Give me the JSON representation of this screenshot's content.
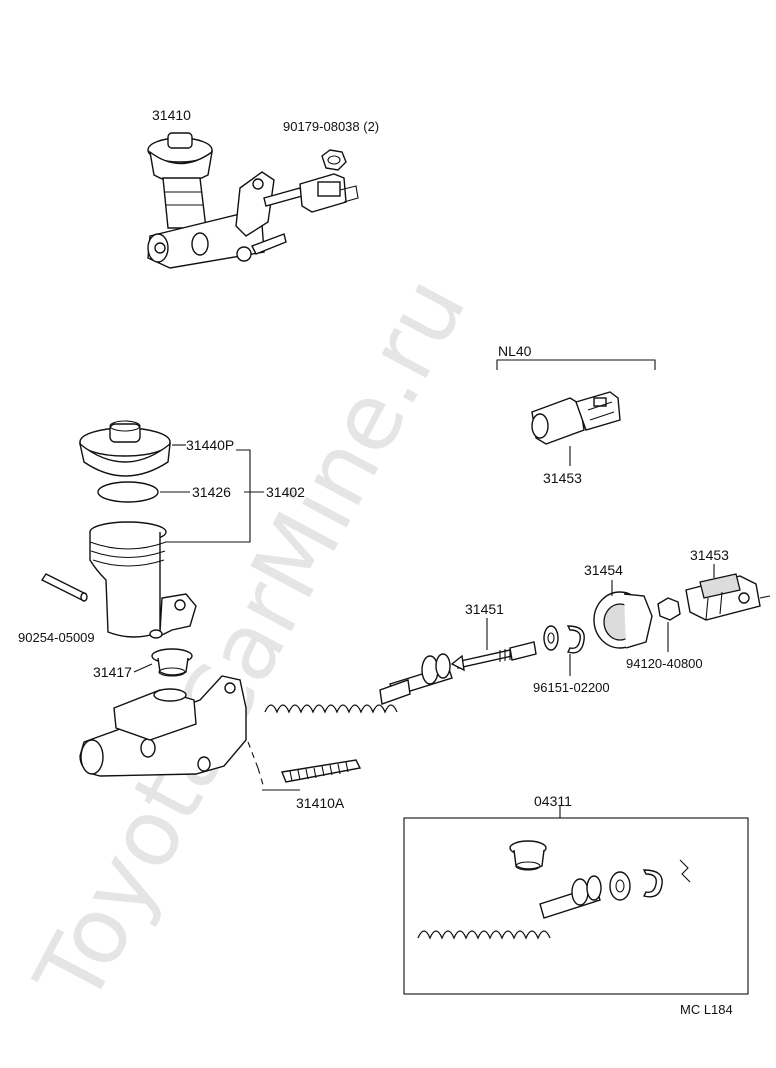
{
  "labels": {
    "p31410": "31410",
    "p90179": "90179-08038 (2)",
    "nl40": "NL40",
    "p31453_top": "31453",
    "p31440": "31440P",
    "p31426": "31426",
    "p31402": "31402",
    "p90254": "90254-05009",
    "p31417": "31417",
    "p31451": "31451",
    "p31454": "31454",
    "p31453_right": "31453",
    "p94120": "94120-40800",
    "p96151": "96151-02200",
    "p31410a": "31410A",
    "p04311": "04311",
    "code": "MC L184"
  },
  "watermark": "ToyotaCarMine.ru"
}
